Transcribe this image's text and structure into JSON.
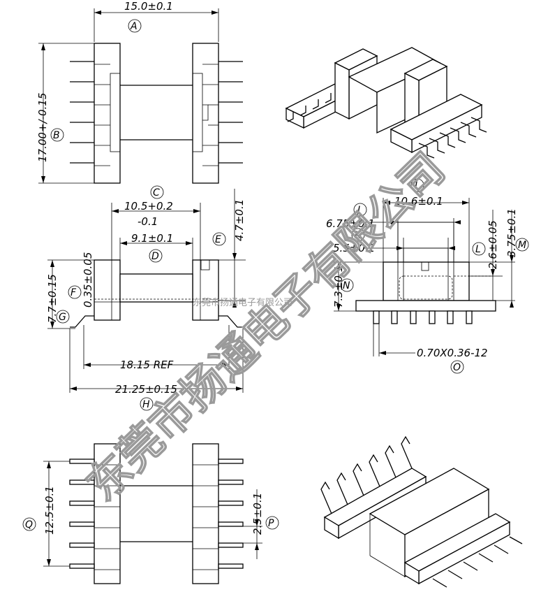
{
  "dimensions": {
    "A": {
      "letter": "A",
      "value": "15.0±0.1"
    },
    "B": {
      "letter": "B",
      "value": "17.00+/-0.15"
    },
    "C": {
      "letter": "C",
      "value_line1": "10.5+0.2",
      "value_line2": "-0.1"
    },
    "D": {
      "letter": "D",
      "value": "9.1±0.1"
    },
    "E": {
      "letter": "E",
      "value": "4.7±0.1"
    },
    "F": {
      "letter": "F",
      "value": "0.35±0.05"
    },
    "G": {
      "letter": "G",
      "value": "7.7±0.15"
    },
    "H": {
      "letter": "H",
      "value": "21.25±0.15"
    },
    "ref": {
      "value": "18.15 REF"
    },
    "I": {
      "letter": "I",
      "value": "10.6±0.1"
    },
    "J": {
      "letter": "J",
      "value": "6.75±0.1"
    },
    "K": {
      "letter": "K",
      "value": "5.5±0.1"
    },
    "L": {
      "letter": "L",
      "value": "2.6±0.05"
    },
    "M": {
      "letter": "M",
      "value": "3.75±0.1"
    },
    "N": {
      "letter": "N",
      "value": "7.3±0.1"
    },
    "O": {
      "letter": "O",
      "value": "0.70X0.36-12"
    },
    "P": {
      "letter": "P",
      "value": "2.5±0.1"
    },
    "Q": {
      "letter": "Q",
      "value": "12.5±0.1"
    }
  },
  "watermark": {
    "large": "东莞市扬通电子有限公司",
    "small": "东莞市扬通电子有限公司"
  }
}
